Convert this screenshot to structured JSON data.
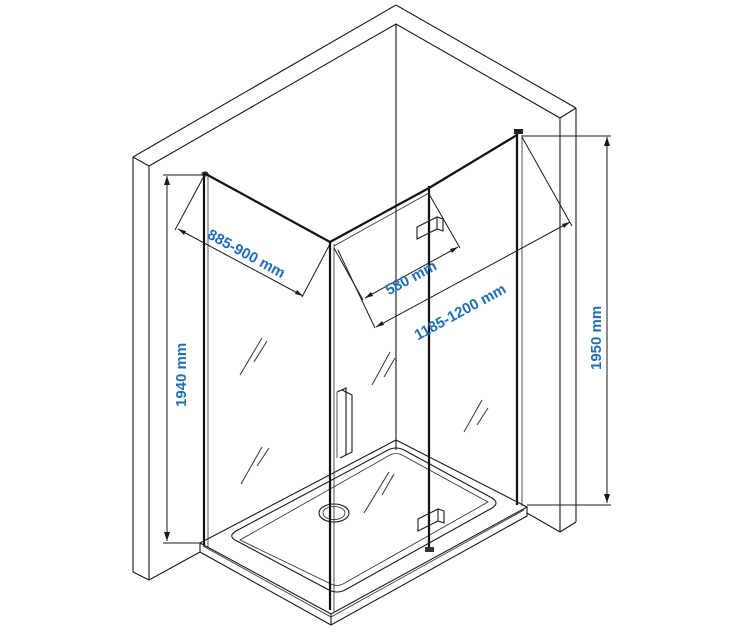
{
  "diagram": {
    "subject": "Corner shower enclosure with hinged door on shower tray, isometric view",
    "colors": {
      "line": "#1a1a1a",
      "dimension_text": "#1f6fb5",
      "background": "#ffffff"
    },
    "dimensions": {
      "left_panel_width": "885-900 mm",
      "door_width": "580 mm",
      "front_total_width": "1185-1200 mm",
      "left_height": "1940 mm",
      "right_height": "1950 mm"
    },
    "components": [
      "wall-corner",
      "fixed-side-panel",
      "hinged-door",
      "door-handle",
      "door-hinges",
      "shower-tray",
      "drain"
    ]
  }
}
